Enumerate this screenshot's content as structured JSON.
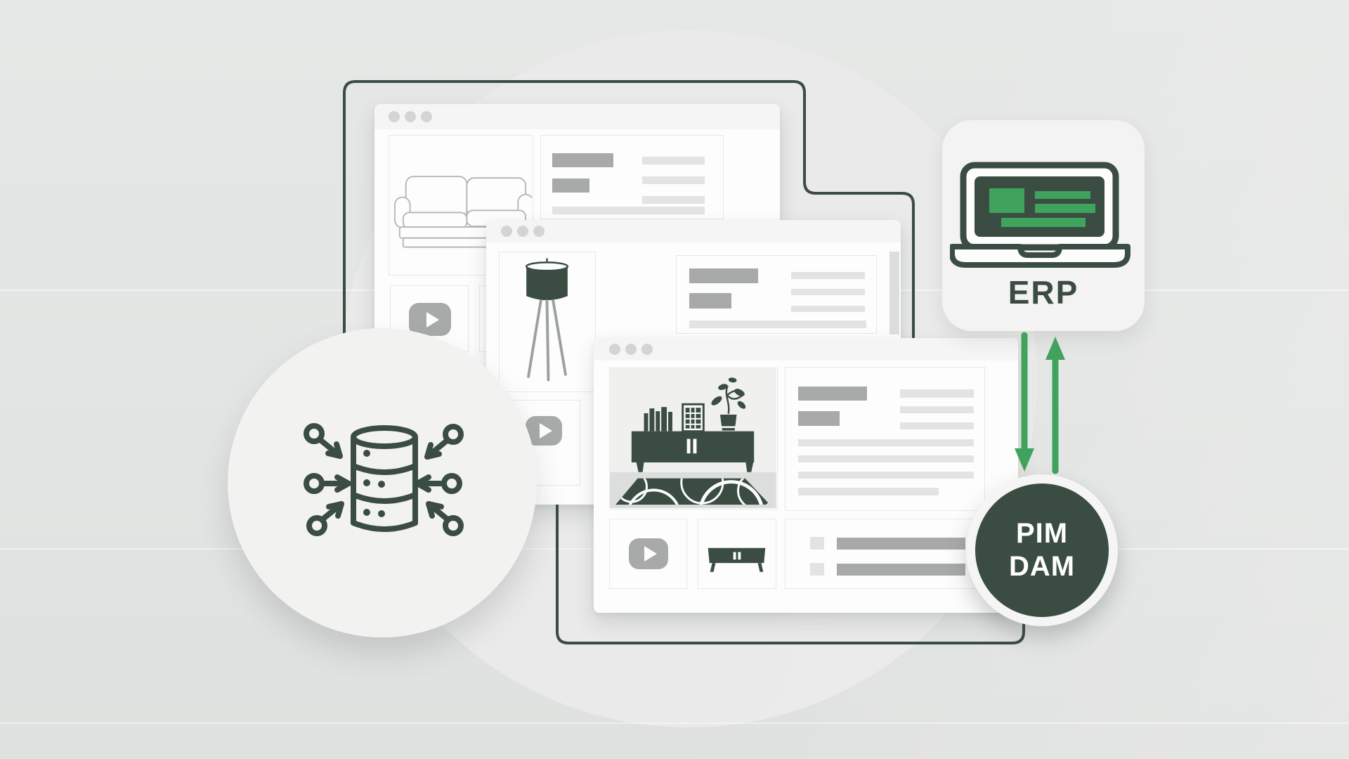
{
  "colors": {
    "background": "#e3e5e4",
    "background_circle": "#e9eae9",
    "dark_green": "#3b4d43",
    "accent_green": "#40a35d",
    "card_bg": "#f2f3f2",
    "window_bar": "#f4f5f4",
    "window_bg": "#fcfdfc",
    "placeholder_dark": "#a7aaa9",
    "placeholder_light": "#e2e4e3",
    "dot_gray": "#d3d5d4",
    "panel_border": "#e7e9e8",
    "floor_gray": "#dcdedd",
    "scene_wall": "#f0f1ee",
    "line_gray": "#b7bab8"
  },
  "hub": {
    "icon": "database-sync-icon"
  },
  "erp": {
    "label": "ERP",
    "icon": "laptop-icon"
  },
  "pim": {
    "line1": "PIM",
    "line2": "DAM"
  },
  "windows": [
    {
      "name": "product-page-sofa",
      "illustration": "sofa-line-illustration",
      "thumbnails": [
        "video-play-icon"
      ]
    },
    {
      "name": "product-page-lamp",
      "illustration": "tripod-lamp-illustration",
      "thumbnails": [
        "video-play-icon"
      ]
    },
    {
      "name": "product-page-sideboard",
      "illustration": "sideboard-scene-illustration",
      "thumbnails": [
        "video-play-icon",
        "tv-stand-icon",
        "checklist-rows"
      ]
    }
  ],
  "connections": [
    {
      "from": "erp",
      "to": "pim_dam",
      "icon": "arrow-down-icon"
    },
    {
      "from": "pim_dam",
      "to": "erp",
      "icon": "arrow-up-icon"
    }
  ]
}
